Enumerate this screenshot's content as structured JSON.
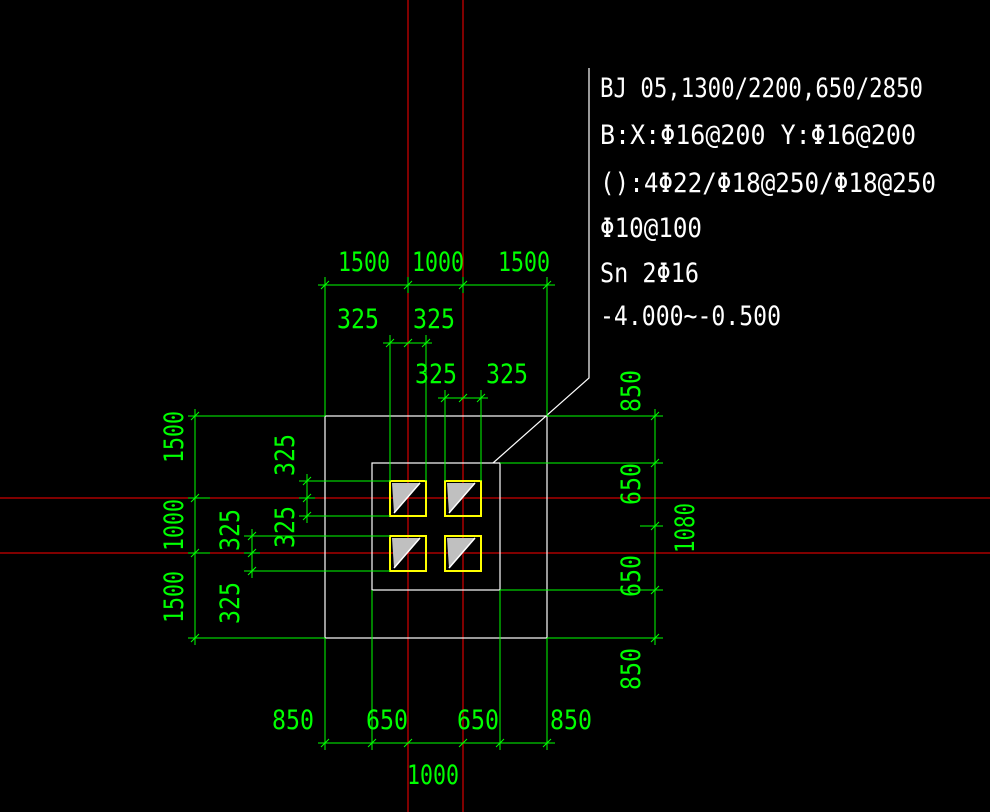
{
  "annotation": {
    "line1": "BJ 05,1300/2200,650/2850",
    "line2": "B:X:Φ16@200   Y:Φ16@200",
    "line3": "():4Φ22/Φ18@250/Φ18@250",
    "line4": "Φ10@100",
    "line5": "Sn 2Φ16",
    "line6": "-4.000~-0.500"
  },
  "dims_top": {
    "row1": [
      "1500",
      "1000",
      "1500"
    ],
    "row2": [
      "325",
      "325"
    ],
    "row3": [
      "325",
      "325"
    ]
  },
  "dims_bottom": {
    "row1": [
      "850",
      "650",
      "650",
      "850"
    ],
    "row2": "1000"
  },
  "dims_left": {
    "outer": [
      "1500",
      "1000",
      "1500"
    ],
    "inner_a": [
      "325",
      "325"
    ],
    "inner_b": [
      "325",
      "325"
    ]
  },
  "dims_right": {
    "stack": [
      "850",
      "650",
      "650",
      "850"
    ],
    "total": "1080"
  },
  "colors": {
    "background": "#000000",
    "axis": "#ff0000",
    "dimension": "#00ff00",
    "outline": "#ffffff",
    "column": "#ffff00",
    "hatch": "#c0c0c0"
  }
}
